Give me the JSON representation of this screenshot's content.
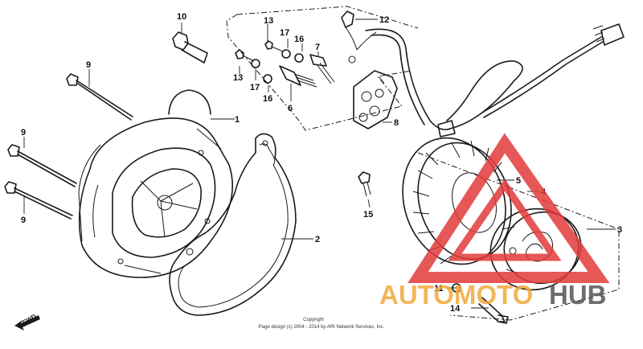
{
  "callouts": {
    "c1": "1",
    "c2": "2",
    "c3": "3",
    "c4": "4",
    "c5": "5",
    "c6": "6",
    "c7": "7",
    "c8": "8",
    "c9a": "9",
    "c9b": "9",
    "c9c": "9",
    "c10": "10",
    "c11": "11",
    "c12": "12",
    "c13a": "13",
    "c13b": "13",
    "c14": "14",
    "c15": "15",
    "c16a": "16",
    "c16b": "16",
    "c17a": "17",
    "c17b": "17"
  },
  "fwd_label": "FWD",
  "copyright": {
    "line1": "Copyright",
    "line2": "Page design (c) 2004 - 2014 by ARI Network Services, Inc."
  },
  "watermark": {
    "part1": "AUTOMOTO",
    "part2": "HUB",
    "color_primary": "#f2a93b",
    "color_secondary": "#555555",
    "color_triangle": "#e23a3a"
  }
}
